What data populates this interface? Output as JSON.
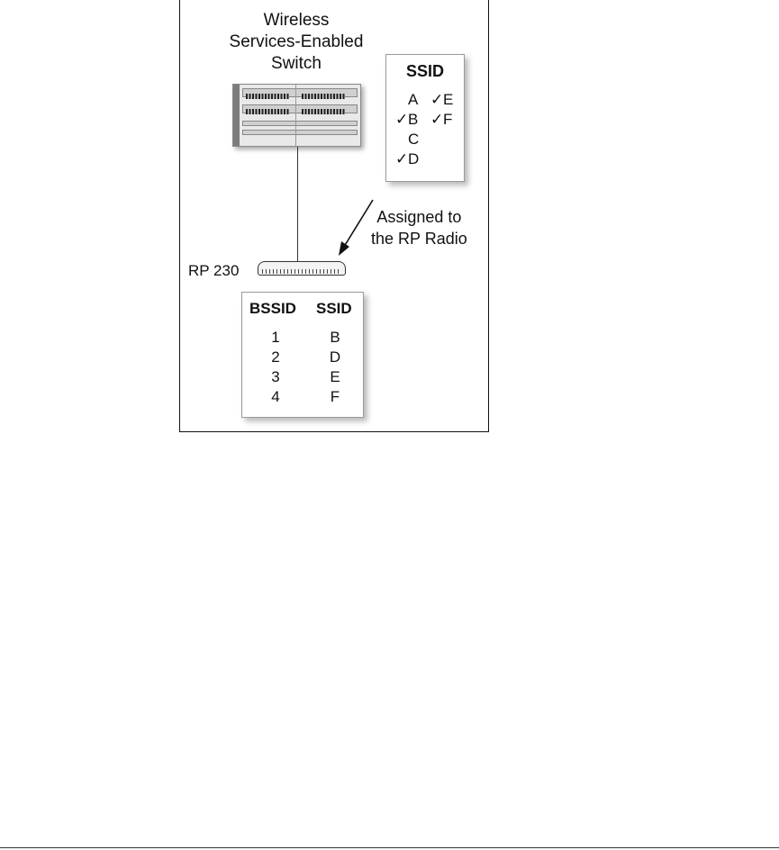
{
  "switch": {
    "label_lines": [
      "Wireless",
      "Services-Enabled",
      "Switch"
    ]
  },
  "ssid_list": {
    "title": "SSID",
    "items": [
      {
        "name": "A",
        "checked": false
      },
      {
        "name": "B",
        "checked": true
      },
      {
        "name": "C",
        "checked": false
      },
      {
        "name": "D",
        "checked": true
      },
      {
        "name": "E",
        "checked": true
      },
      {
        "name": "F",
        "checked": true
      }
    ],
    "check_glyph": "✓"
  },
  "assignment": {
    "label_lines": [
      "Assigned to",
      "the RP Radio"
    ]
  },
  "radio_port": {
    "label": "RP 230"
  },
  "bssid_table": {
    "headers": [
      "BSSID",
      "SSID"
    ],
    "rows": [
      [
        "1",
        "B"
      ],
      [
        "2",
        "D"
      ],
      [
        "3",
        "E"
      ],
      [
        "4",
        "F"
      ]
    ]
  }
}
